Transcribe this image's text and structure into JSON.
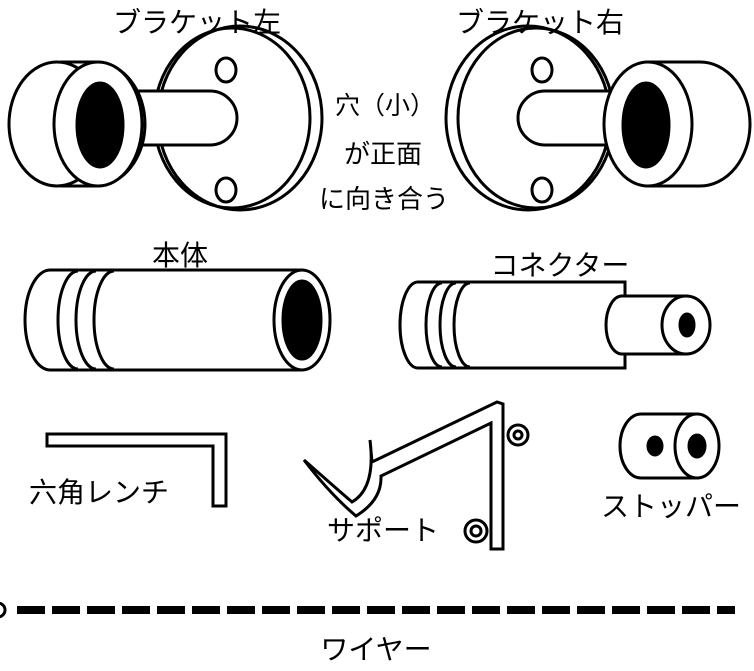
{
  "labels": {
    "bracket_left": "ブラケット左",
    "bracket_right": "ブラケット右",
    "note_line1": "穴（小）",
    "note_line2": "が正面",
    "note_line3": "に向き合う",
    "body": "本体",
    "connector": "コネクター",
    "hex_wrench": "六角レンチ",
    "support": "サポート",
    "stopper": "ストッパー",
    "wire": "ワイヤー"
  },
  "colors": {
    "line": "#000000",
    "fill": "#ffffff",
    "hole": "#000000"
  }
}
